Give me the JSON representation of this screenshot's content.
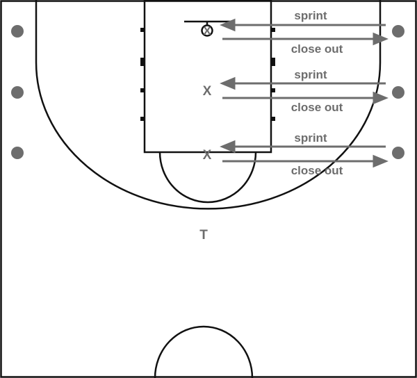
{
  "colors": {
    "line": "#111111",
    "marker": "#6d6d6d"
  },
  "players": {
    "offense_marker": "T",
    "defense_marker": "X"
  },
  "rows": [
    {
      "sprint_label": "sprint",
      "closeout_label": "close out"
    },
    {
      "sprint_label": "sprint",
      "closeout_label": "close out"
    },
    {
      "sprint_label": "sprint",
      "closeout_label": "close out"
    }
  ]
}
